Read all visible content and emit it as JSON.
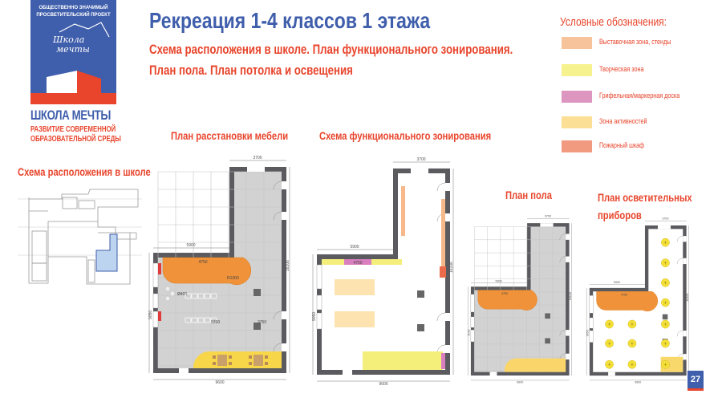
{
  "logo": {
    "tagline": [
      "ОБЩЕСТВЕННО ЗНАЧИМЫЙ",
      "ПРОСВЕТИТЕЛЬСКИЙ ПРОЕКТ"
    ],
    "script": [
      "Школа",
      "мечты"
    ],
    "name": "ШКОЛА МЕЧТЫ",
    "sub": [
      "РАЗВИТИЕ СОВРЕМЕННОЙ",
      "ОБРАЗОВАТЕЛЬНОЙ СРЕДЫ"
    ]
  },
  "header": {
    "title": "Рекреация 1-4 классов 1 этажа",
    "subtitle1": "Схема расположения в школе. План функционального зонирования.",
    "subtitle2": "План пола. План потолка и освещения"
  },
  "sections": {
    "school": "Схема расположения в школе",
    "furniture": "План расстановки мебели",
    "zoning": "Схема функционального зонирования",
    "floor": "План пола",
    "lighting": [
      "План осветительных",
      "приборов"
    ]
  },
  "legend": {
    "title": "Условные обозначения:",
    "items": [
      {
        "label": "Выставочная зона, стенды",
        "color": "#f6c39a"
      },
      {
        "label": "Творческая зона",
        "color": "#f6f28e"
      },
      {
        "label": "Грифельная/маркерная доска",
        "color": "#dd96bf"
      },
      {
        "label": "Зона активностей",
        "color": "#fbdf94"
      },
      {
        "label": "Пожарный шкаф",
        "color": "#f19a80"
      }
    ]
  },
  "plan_dims": {
    "top_width": "3700",
    "wing_width": "5900",
    "total_width": "9600",
    "zone_width": "4750",
    "right_height": "16106",
    "left_height": "9050",
    "mid_span": "5390",
    "mid_span2": "3750",
    "radius": "R1300",
    "diameter": "Ø400"
  },
  "colors": {
    "brand_blue": "#3f5eab",
    "accent_red": "#e8452c",
    "orange_zone": "#f0923a",
    "yellow_zone": "#f7d64a",
    "wall": "#5b5b5f",
    "floor": "#d2d2d2"
  },
  "page_number": "27"
}
